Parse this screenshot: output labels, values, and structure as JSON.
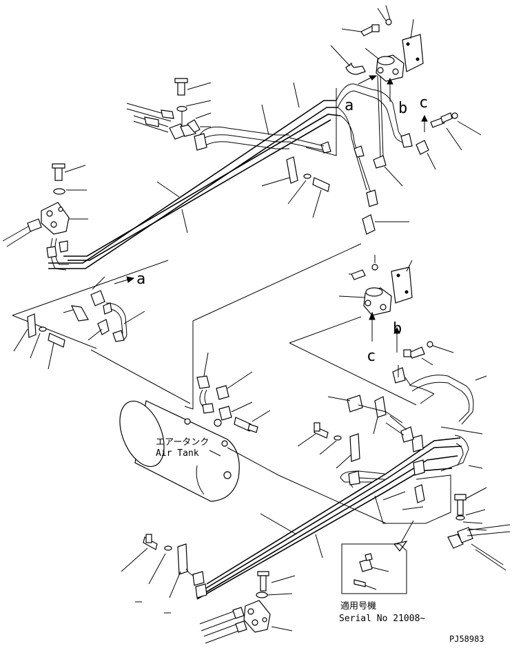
{
  "callouts": {
    "a": "a",
    "b": "b",
    "c": "c"
  },
  "tank": {
    "label_jp": "エアータンク",
    "label_en": "Air Tank"
  },
  "detail": {
    "label_jp": "適用号機",
    "serial": "Serial No 21008~"
  },
  "drawing_id": "PJ58983"
}
